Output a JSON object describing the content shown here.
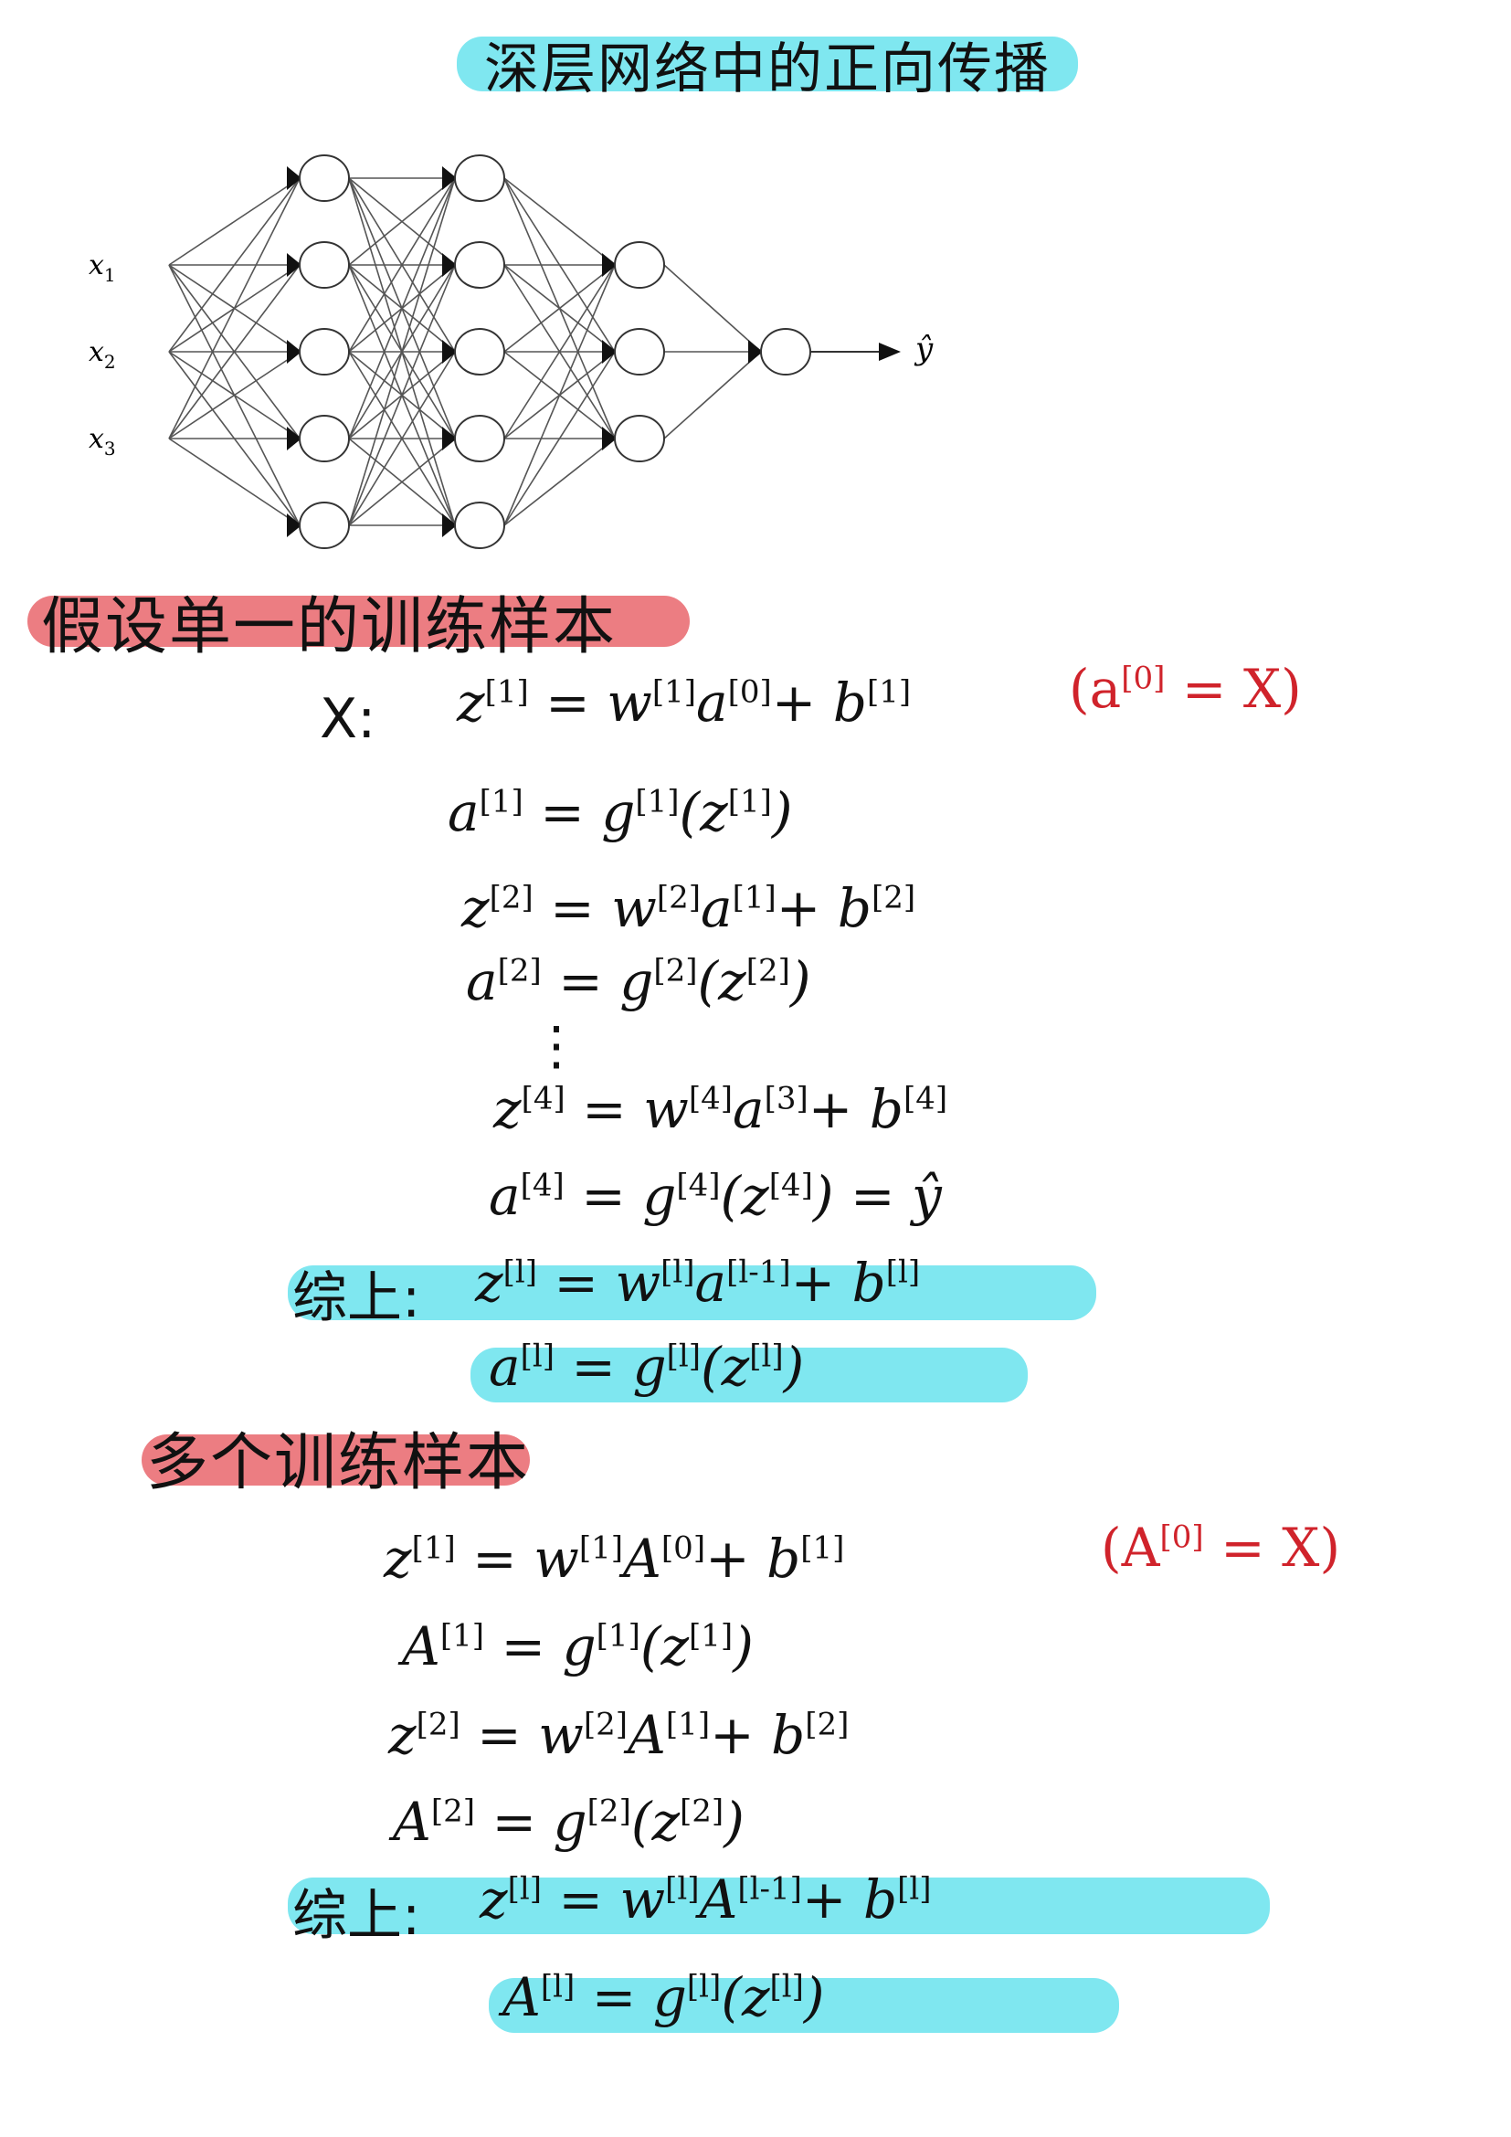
{
  "title": "深层网络中的正向传播",
  "diagram": {
    "inputs": [
      "x1",
      "x2",
      "x3"
    ],
    "input_labels": [
      {
        "base": "x",
        "sub": "1"
      },
      {
        "base": "x",
        "sub": "2"
      },
      {
        "base": "x",
        "sub": "3"
      }
    ],
    "output_label": "ŷ",
    "layer_sizes": [
      5,
      5,
      3,
      1
    ]
  },
  "single": {
    "heading": "假设单一的训练样本",
    "x_label": "X:",
    "note": {
      "a": "(a",
      "sup": "[0]",
      "b": " = X)"
    },
    "lines": [
      {
        "t1": "z",
        "s1": "[1]",
        "t2": " = w",
        "s2": "[1]",
        "t3": "a",
        "s3": "[0]",
        "t4": "+ b",
        "s4": "[1]"
      },
      {
        "t1": "a",
        "s1": "[1]",
        "t2": " = g",
        "s2": "[1]",
        "t3": "(z",
        "s3": "[1]",
        "t4": ")",
        "s4": ""
      },
      {
        "t1": "z",
        "s1": "[2]",
        "t2": " = w",
        "s2": "[2]",
        "t3": "a",
        "s3": "[1]",
        "t4": "+ b",
        "s4": "[2]"
      },
      {
        "t1": "a",
        "s1": "[2]",
        "t2": " = g",
        "s2": "[2]",
        "t3": "(z",
        "s3": "[2]",
        "t4": ")",
        "s4": ""
      },
      {
        "t1": "z",
        "s1": "[4]",
        "t2": " = w",
        "s2": "[4]",
        "t3": "a",
        "s3": "[3]",
        "t4": "+ b",
        "s4": "[4]"
      },
      {
        "t1": "a",
        "s1": "[4]",
        "t2": " = g",
        "s2": "[4]",
        "t3": "(z",
        "s3": "[4]",
        "t4": ") = ŷ",
        "s4": ""
      }
    ],
    "dots": "⋮",
    "summary_label": "综上:",
    "summary": [
      {
        "t1": "z",
        "s1": "[l]",
        "t2": " = w",
        "s2": "[l]",
        "t3": "a",
        "s3": "[l-1]",
        "t4": "+ b",
        "s4": "[l]"
      },
      {
        "t1": "a",
        "s1": "[l]",
        "t2": " = g",
        "s2": "[l]",
        "t3": "(z",
        "s3": "[l]",
        "t4": ")",
        "s4": ""
      }
    ]
  },
  "multi": {
    "heading": "多个训练样本",
    "note": {
      "a": "(A",
      "sup": "[0]",
      "b": " = X)"
    },
    "lines": [
      {
        "t1": "z",
        "s1": "[1]",
        "t2": " = w",
        "s2": "[1]",
        "t3": "A",
        "s3": "[0]",
        "t4": "+ b",
        "s4": "[1]"
      },
      {
        "t1": "A",
        "s1": "[1]",
        "t2": " = g",
        "s2": "[1]",
        "t3": "(z",
        "s3": "[1]",
        "t4": ")",
        "s4": ""
      },
      {
        "t1": "z",
        "s1": "[2]",
        "t2": " = w",
        "s2": "[2]",
        "t3": "A",
        "s3": "[1]",
        "t4": "+ b",
        "s4": "[2]"
      },
      {
        "t1": "A",
        "s1": "[2]",
        "t2": " = g",
        "s2": "[2]",
        "t3": "(z",
        "s3": "[2]",
        "t4": ")",
        "s4": ""
      }
    ],
    "summary_label": "综上:",
    "summary": [
      {
        "t1": "z",
        "s1": "[l]",
        "t2": " = w",
        "s2": "[l]",
        "t3": "A",
        "s3": "[l-1]",
        "t4": "+ b",
        "s4": "[l]"
      },
      {
        "t1": "A",
        "s1": "[l]",
        "t2": " = g",
        "s2": "[l]",
        "t3": "(z",
        "s3": "[l]",
        "t4": ")",
        "s4": ""
      }
    ]
  },
  "colors": {
    "cyan_highlight": "#7fe7f0",
    "pink_highlight": "#ec7d82",
    "red_note": "#d0232b"
  }
}
